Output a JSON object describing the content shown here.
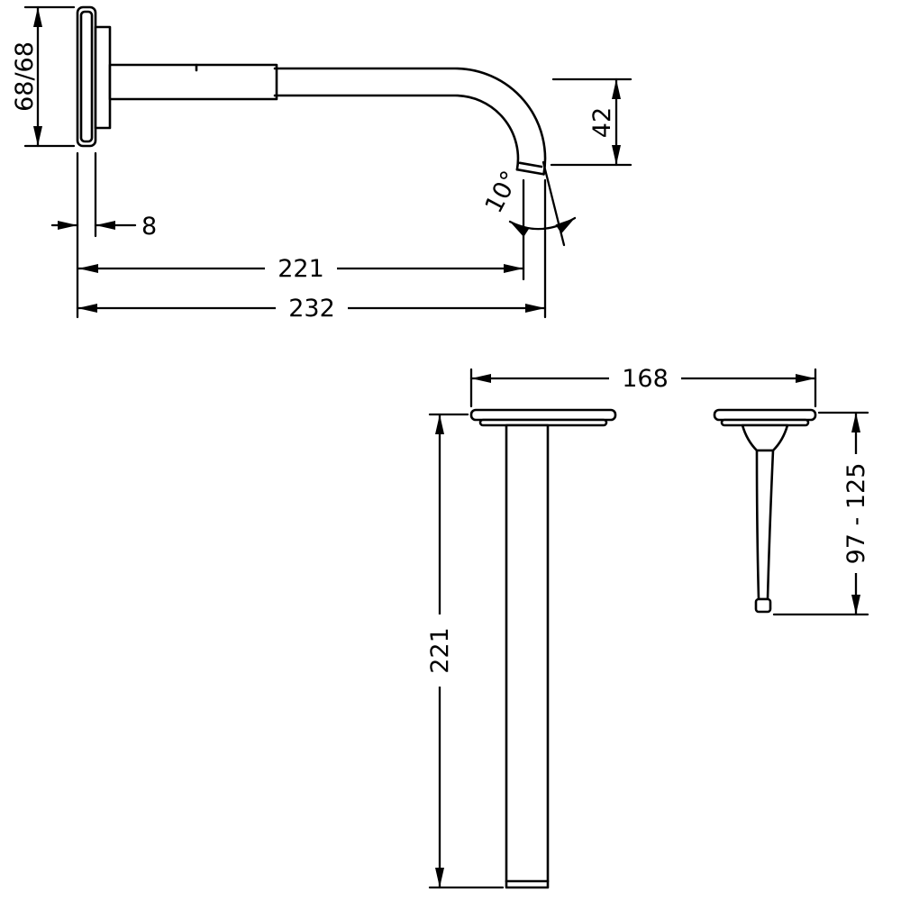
{
  "dimensions": {
    "plate_height": "68/68",
    "plate_depth": "8",
    "drop_height": "42",
    "spout_angle": "10°",
    "spout_reach": "221",
    "overall_reach": "232",
    "center_distance": "168",
    "spout_length": "221",
    "handle_projection": "97 - 125"
  },
  "colors": {
    "line": "#000000",
    "background": "#ffffff"
  }
}
